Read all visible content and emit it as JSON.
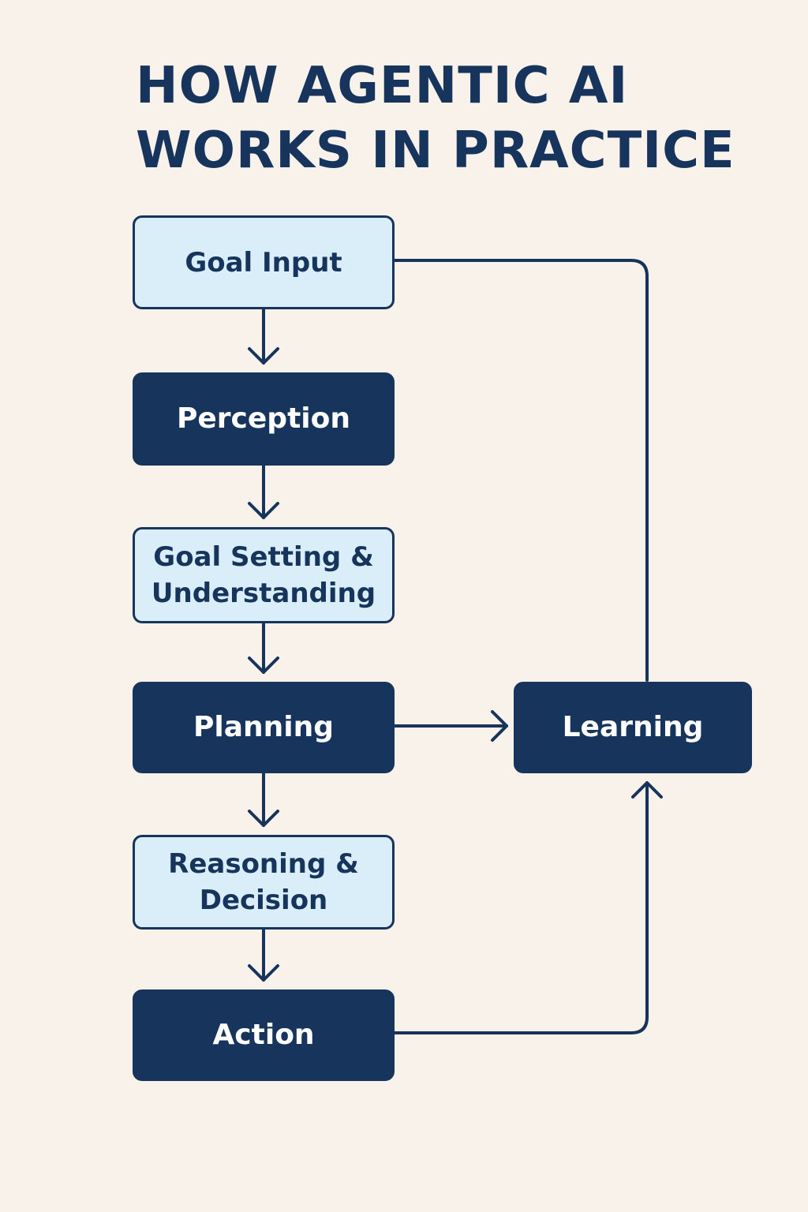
{
  "title": {
    "line1": "HOW AGENTIC AI",
    "line2": "WORKS IN PRACTICE"
  },
  "nodes": {
    "goal_input": "Goal Input",
    "perception": "Perception",
    "goal_setting": "Goal Setting &\nUnderstanding",
    "planning": "Planning",
    "reasoning": "Reasoning &\nDecision",
    "action": "Action",
    "learning": "Learning"
  },
  "colors": {
    "background": "#f8f2ea",
    "navy": "#17355c",
    "light_box": "#d9eef8"
  }
}
